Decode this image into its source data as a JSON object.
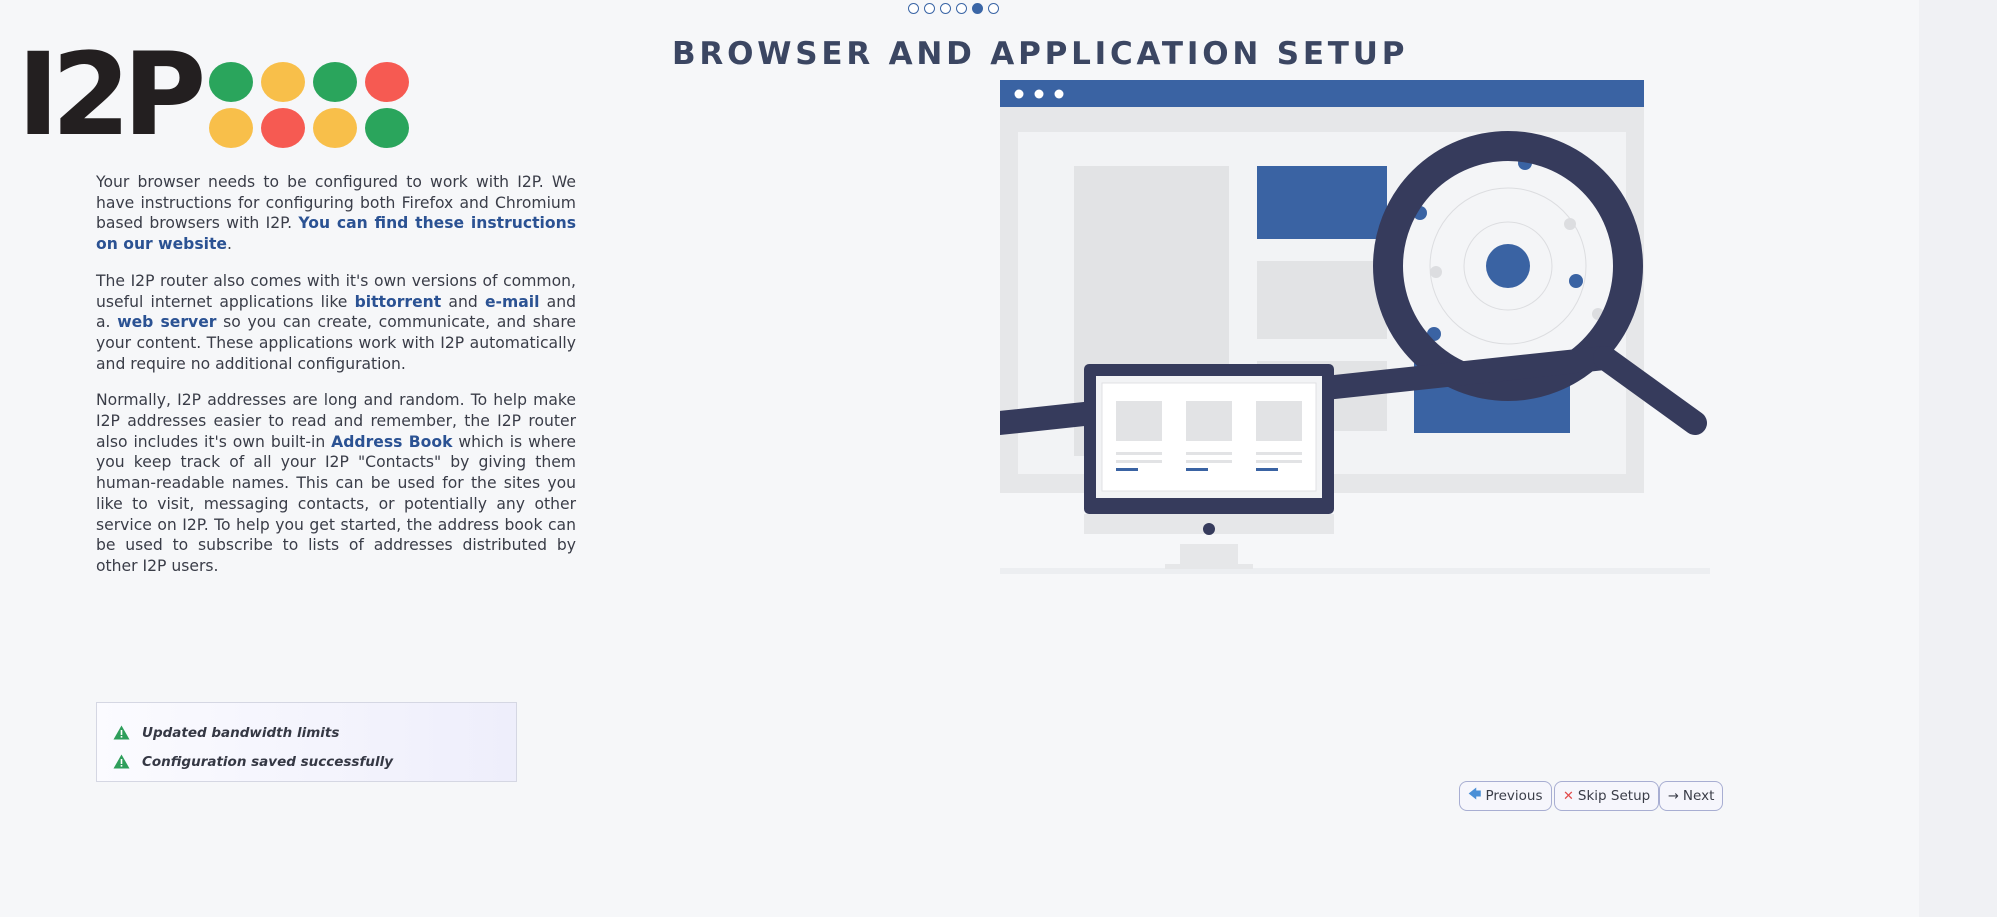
{
  "steps": {
    "total": 6,
    "current": 5
  },
  "logo": {
    "text": "I2P"
  },
  "title": "BROWSER AND APPLICATION SETUP",
  "content": {
    "p1_text": "Your browser needs to be configured to work with I2P. We have instructions for configuring both Firefox and Chromium based browsers with I2P. ",
    "p1_link": "You can find these instructions on our website",
    "p1_end": ".",
    "p2_a": "The I2P router also comes with it's own versions of common, useful internet applications like ",
    "p2_link1": "bittorrent",
    "p2_b": " and ",
    "p2_link2": "e-mail",
    "p2_c": " and a. ",
    "p2_link3": "web server",
    "p2_d": " so you can create, communicate, and share your content. These applications work with I2P automatically and require no additional configuration.",
    "p3_a": "Normally, I2P addresses are long and random. To help make I2P addresses easier to read and remember, the I2P router also includes it's own built-in ",
    "p3_link": "Address Book",
    "p3_b": " which is where you keep track of all your I2P \"Contacts\" by giving them human-readable names. This can be used for the sites you like to visit, messaging contacts, or potentially any other service on I2P. To help you get started, the address book can be used to subscribe to lists of addresses distributed by other I2P users."
  },
  "notices": [
    {
      "text": "Updated bandwidth limits",
      "icon": "warning-triangle-icon",
      "color": "#2e9e5b"
    },
    {
      "text": "Configuration saved successfully",
      "icon": "warning-triangle-icon",
      "color": "#2e9e5b"
    }
  ],
  "buttons": {
    "previous": "Previous",
    "skip": "Skip Setup",
    "next": "Next"
  },
  "colors": {
    "accent": "#3b66a6",
    "title": "#3b4662",
    "link": "#2b5293",
    "dot_green": "#2aa55c",
    "dot_yellow": "#f8bf4a",
    "dot_red": "#f65a52"
  }
}
